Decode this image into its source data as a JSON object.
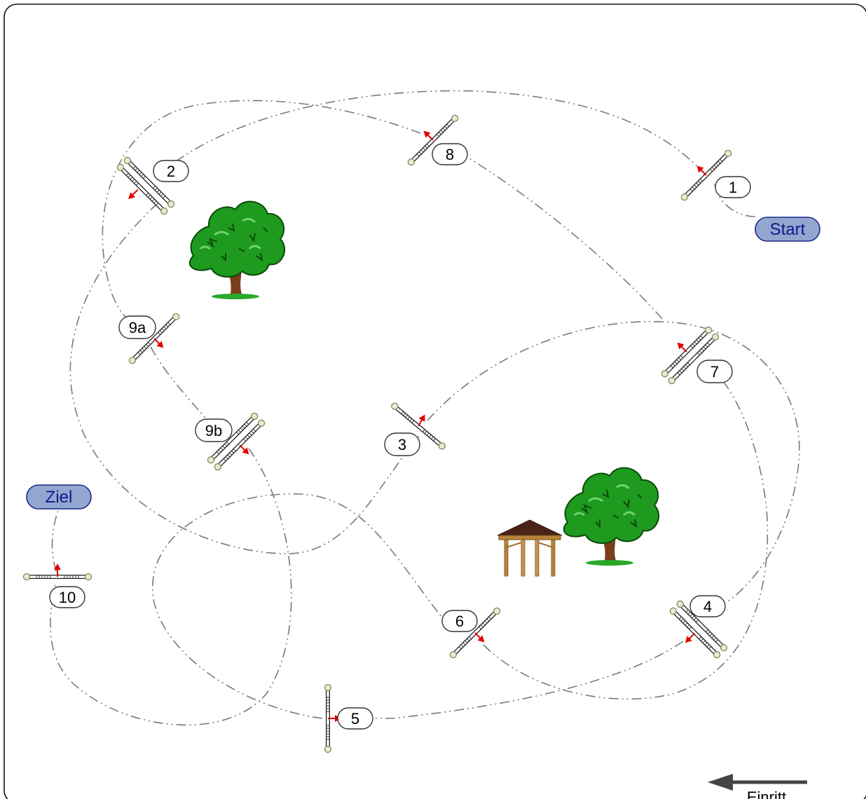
{
  "course": {
    "start_label": "Start",
    "finish_label": "Ziel",
    "entry_label": "Einritt",
    "colors": {
      "pill_fill": "#93a6cf",
      "pill_stroke": "#1a2a8c",
      "path": "#7a7a7a",
      "direction_arrow": "#e00000",
      "foliage": "#1e9a1e",
      "trunk": "#7a3e1a",
      "gazebo_wood": "#b8843a",
      "gazebo_roof": "#4a2416"
    },
    "obstacles": [
      {
        "id": "1",
        "type": "vertical",
        "icon": "jump-icon"
      },
      {
        "id": "2",
        "type": "oxer",
        "icon": "oxer-icon"
      },
      {
        "id": "3",
        "type": "vertical",
        "icon": "jump-icon"
      },
      {
        "id": "4",
        "type": "oxer",
        "icon": "oxer-icon"
      },
      {
        "id": "5",
        "type": "vertical",
        "icon": "jump-icon"
      },
      {
        "id": "6",
        "type": "vertical",
        "icon": "jump-icon"
      },
      {
        "id": "7",
        "type": "oxer",
        "icon": "oxer-icon"
      },
      {
        "id": "8",
        "type": "vertical",
        "icon": "jump-icon"
      },
      {
        "id": "9a",
        "type": "vertical",
        "icon": "jump-icon"
      },
      {
        "id": "9b",
        "type": "oxer",
        "icon": "oxer-icon"
      },
      {
        "id": "10",
        "type": "vertical",
        "icon": "jump-icon"
      }
    ],
    "decor": [
      {
        "name": "tree-icon"
      },
      {
        "name": "tree-icon"
      },
      {
        "name": "gazebo-icon"
      }
    ]
  }
}
